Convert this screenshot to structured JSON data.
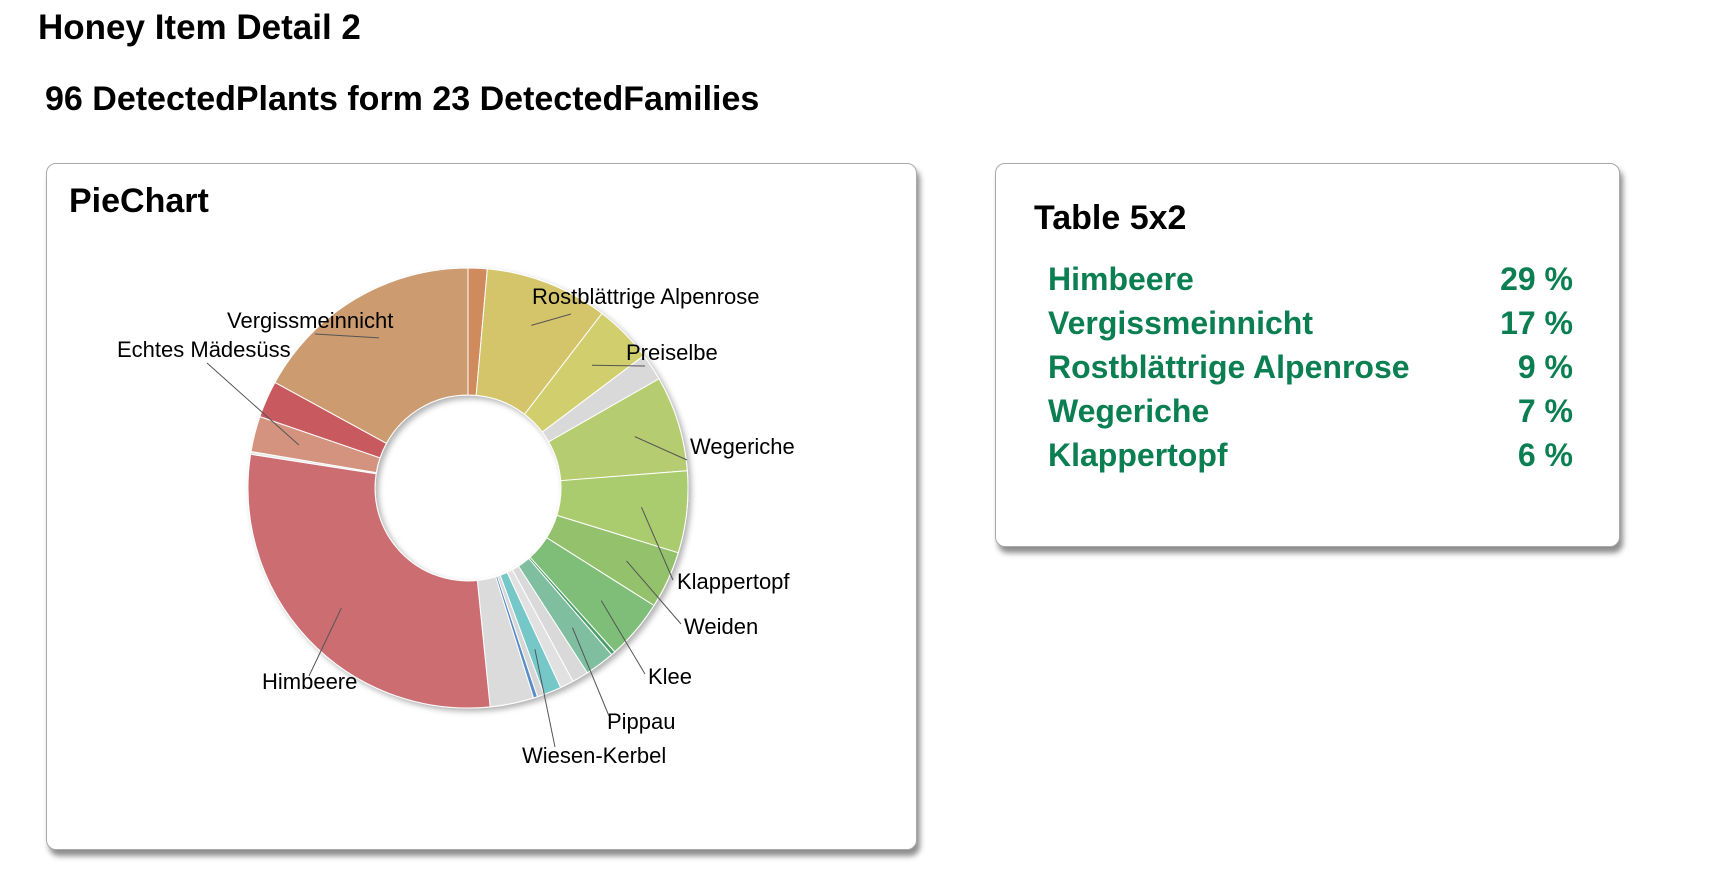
{
  "page": {
    "title": "Honey Item Detail 2",
    "subtitle": "96 DetectedPlants form 23 DetectedFamilies"
  },
  "pie_card": {
    "title": "PieChart"
  },
  "table_card": {
    "title": "Table 5x2",
    "rows": [
      {
        "name": "Himbeere",
        "value": "29 %"
      },
      {
        "name": "Vergissmeinnicht",
        "value": "17 %"
      },
      {
        "name": "Rostblättrige Alpenrose",
        "value": "9 %"
      },
      {
        "name": "Wegeriche",
        "value": "7 %"
      },
      {
        "name": "Klappertopf",
        "value": "6 %"
      }
    ]
  },
  "colors": {
    "table_text": "#0b7f52"
  },
  "chart_data": {
    "type": "pie",
    "donut": true,
    "title": "PieChart",
    "slices": [
      {
        "label": "",
        "value": 1.4,
        "color": "#cf8a5d"
      },
      {
        "label": "Rostblättrige Alpenrose",
        "value": 9.0,
        "color": "#d4c46a"
      },
      {
        "label": "Preiselbe",
        "value": 4.3,
        "color": "#d1cf6d"
      },
      {
        "label": "",
        "value": 2.0,
        "color": "#d9d9d9"
      },
      {
        "label": "Wegeriche",
        "value": 7.0,
        "color": "#b6cc6f"
      },
      {
        "label": "Klappertopf",
        "value": 6.0,
        "color": "#abcc6e"
      },
      {
        "label": "Weiden",
        "value": 4.2,
        "color": "#94c16c"
      },
      {
        "label": "Klee",
        "value": 4.4,
        "color": "#7fbe78"
      },
      {
        "label": "",
        "value": 0.3,
        "color": "#4e9e6a"
      },
      {
        "label": "Pippau",
        "value": 2.2,
        "color": "#7fbfa0"
      },
      {
        "label": "",
        "value": 1.2,
        "color": "#d9d9d9"
      },
      {
        "label": "",
        "value": 1.0,
        "color": "#e1e1e1"
      },
      {
        "label": "Wiesen-Kerbel",
        "value": 1.3,
        "color": "#75c7c8"
      },
      {
        "label": "",
        "value": 0.5,
        "color": "#d6d6d6"
      },
      {
        "label": "",
        "value": 0.3,
        "color": "#5a8dc8"
      },
      {
        "label": "",
        "value": 3.2,
        "color": "#dbdbdb"
      },
      {
        "label": "Himbeere",
        "value": 29.0,
        "color": "#cc6d72"
      },
      {
        "label": "",
        "value": 0.2,
        "color": "#eaeaea"
      },
      {
        "label": "Echtes Mädesüss",
        "value": 2.6,
        "color": "#d4937f"
      },
      {
        "label": "",
        "value": 2.7,
        "color": "#c85a5e"
      },
      {
        "label": "Vergissmeinnicht",
        "value": 17.0,
        "color": "#cd9b6f"
      }
    ]
  }
}
